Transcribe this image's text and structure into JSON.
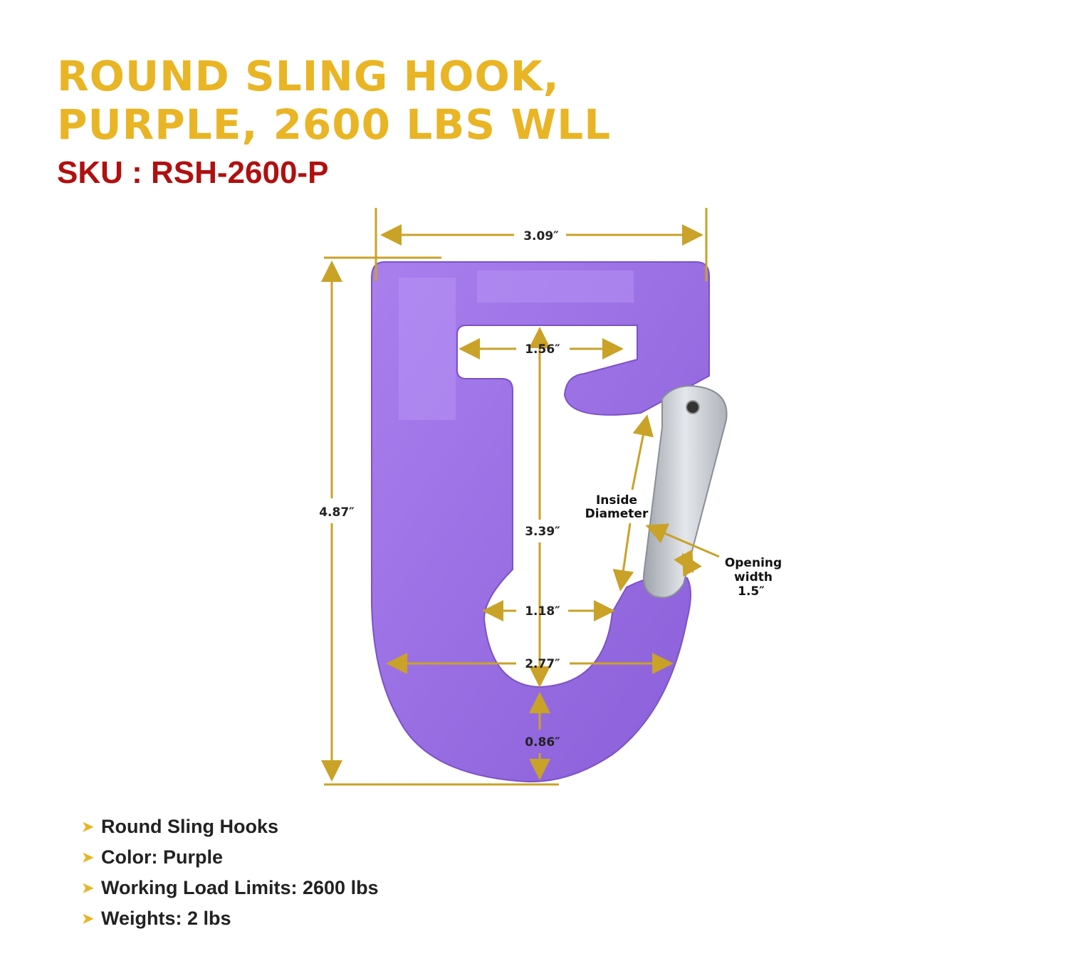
{
  "header": {
    "title_line1": "ROUND SLING HOOK,",
    "title_line2": "PURPLE, 2600 LBS WLL",
    "sku": "SKU : RSH-2600-P"
  },
  "colors": {
    "title": "#E9B525",
    "sku": "#B01010",
    "hook": "#9B6FE3",
    "dimension": "#C9A227",
    "latch": "#C8CCD2"
  },
  "dimensions": {
    "overall_width": "3.09″",
    "overall_height": "4.87″",
    "slot_width": "1.56″",
    "inside_depth": "3.39″",
    "throat_width": "1.18″",
    "bowl_width": "2.77″",
    "bottom_thickness": "0.86″",
    "inside_diameter_line1": "Inside",
    "inside_diameter_line2": "Diameter",
    "opening_line1": "Opening",
    "opening_line2": "width",
    "opening_value": "1.5″"
  },
  "features": [
    "Round Sling Hooks",
    "Color: Purple",
    "Working Load Limits: 2600 lbs",
    "Weights: 2 lbs"
  ]
}
